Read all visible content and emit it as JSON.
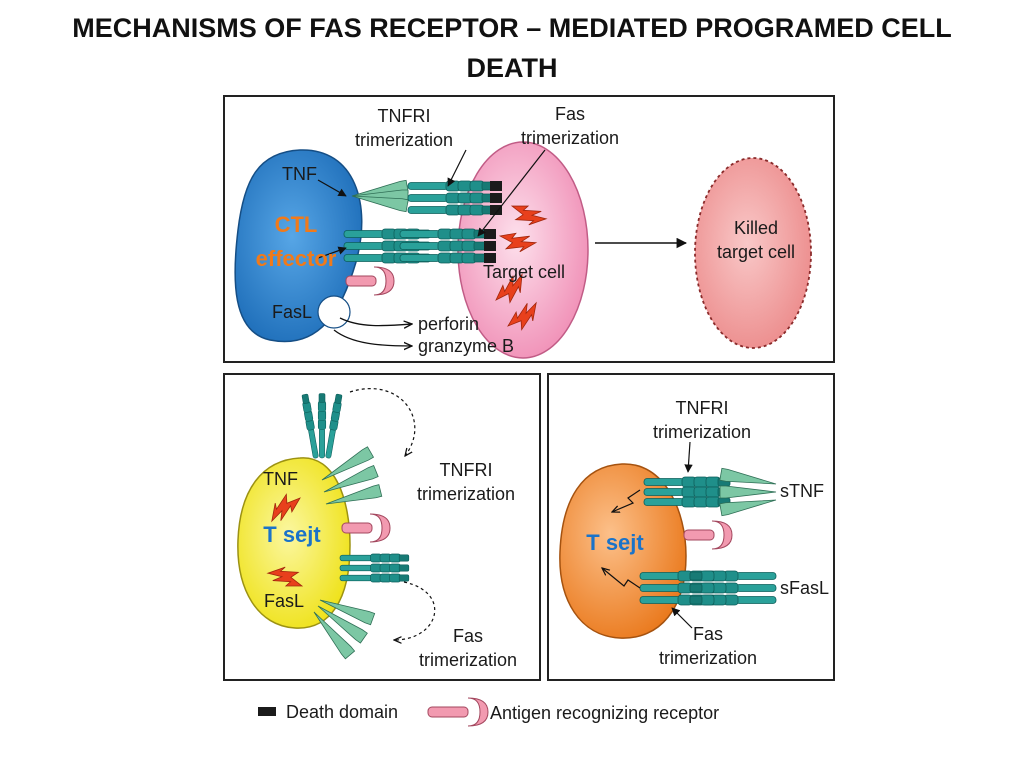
{
  "title_line1": "MECHANISMS OF FAS RECEPTOR – MEDIATED PROGRAMED CELL",
  "title_line2": "DEATH",
  "panel_top": {
    "tnfr_label_1": "TNFRI",
    "tnfr_label_2": "trimerization",
    "fas_label_1": "Fas",
    "fas_label_2": "trimerization",
    "tnf_label": "TNF",
    "ctl_label_1": "CTL",
    "ctl_label_2": "effector",
    "fasl_label": "FasL",
    "target_label": "Target cell",
    "killed_label_1": "Killed",
    "killed_label_2": "target cell",
    "perforin_label": "perforin",
    "granzyme_label": "granzyme B"
  },
  "panel_left": {
    "tnf_label": "TNF",
    "cell_label": "T sejt",
    "fasl_label": "FasL",
    "tnfr_label_1": "TNFRI",
    "tnfr_label_2": "trimerization",
    "fas_label_1": "Fas",
    "fas_label_2": "trimerization"
  },
  "panel_right": {
    "tnfr_label_1": "TNFRI",
    "tnfr_label_2": "trimerization",
    "cell_label": "T sejt",
    "stnf_label": "sTNF",
    "sfasl_label": "sFasL",
    "fas_label_1": "Fas",
    "fas_label_2": "trimerization"
  },
  "legend": {
    "death_domain": "Death domain",
    "antigen_receptor": "Antigen recognizing receptor"
  },
  "colors": {
    "ctl_blue": "#2f86d0",
    "target_pink": "#f7a8c8",
    "killed_pink": "#f3a0a0",
    "tcell_yellow": "#f4ec1a",
    "tcell_orange": "#f08a2a",
    "receptor_teal": "#1f8f8a",
    "ligand_green": "#7cc7a4",
    "antigen_receptor_pink": "#f29ab0",
    "bolt_red": "#e8401c",
    "ctl_text_orange": "#f07a1a"
  }
}
